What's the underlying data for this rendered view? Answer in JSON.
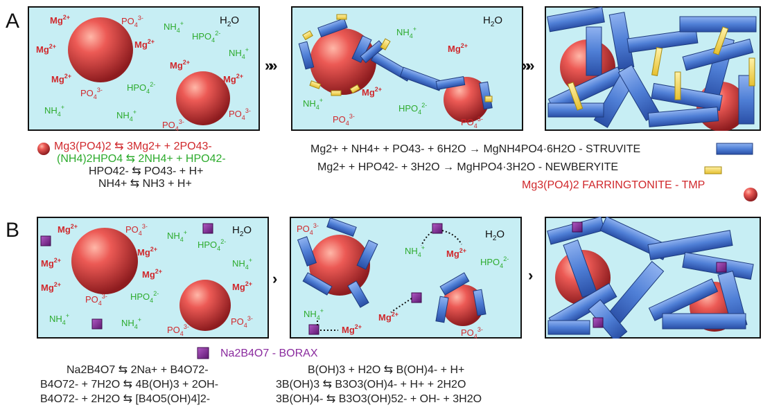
{
  "labels": {
    "a": "A",
    "b": "B"
  },
  "arrows": {
    "triple": "»»",
    "single": "›"
  },
  "box_water": "H2O",
  "ions": {
    "mg": "Mg2+",
    "po4": "PO43-",
    "nh4": "NH4+",
    "hpo4": "HPO42-"
  },
  "equations_a_left": [
    "Mg3(PO4)2 ⇆ 3Mg2+ + 2PO43-",
    "(NH4)2HPO4 ⇆ 2NH4+ + HPO42-",
    "HPO42- ⇆ PO43- + H+",
    "NH4+ ⇆ NH3 + H+"
  ],
  "equations_a_right": [
    "Mg2+ + NH4+ + PO43- + 6H2O → MgNH4PO4·6H2O - STRUVITE",
    "Mg2+ + HPO42- + 3H2O → MgHPO4·3H2O - NEWBERYITE",
    "Mg3(PO4)2 FARRINGTONITE - TMP"
  ],
  "legend_borax": "Na2B4O7 - BORAX",
  "equations_b_left": [
    "Na2B4O7 ⇆ 2Na+ + B4O72-",
    "B4O72- + 7H2O ⇆ 4B(OH)3 + 2OH-",
    "B4O72- + 2H2O ⇆ [B4O5(OH)4]2-"
  ],
  "equations_b_right": [
    "B(OH)3 + H2O ⇆ B(OH)4- + H+",
    "3B(OH)3 ⇆ B3O3(OH)4- + H+ + 2H2O",
    "3B(OH)4- ⇆ B3O3(OH)52- + OH- + 3H2O"
  ],
  "colors": {
    "box_fill": "#c7eef4",
    "magnesium_text": "#d0282c",
    "ammonium_text": "#2dab2d",
    "struvite": "#4f7fd6",
    "newberyite": "#f2d86a",
    "borax": "#8a2a9e",
    "sphere": "#e2474a"
  }
}
